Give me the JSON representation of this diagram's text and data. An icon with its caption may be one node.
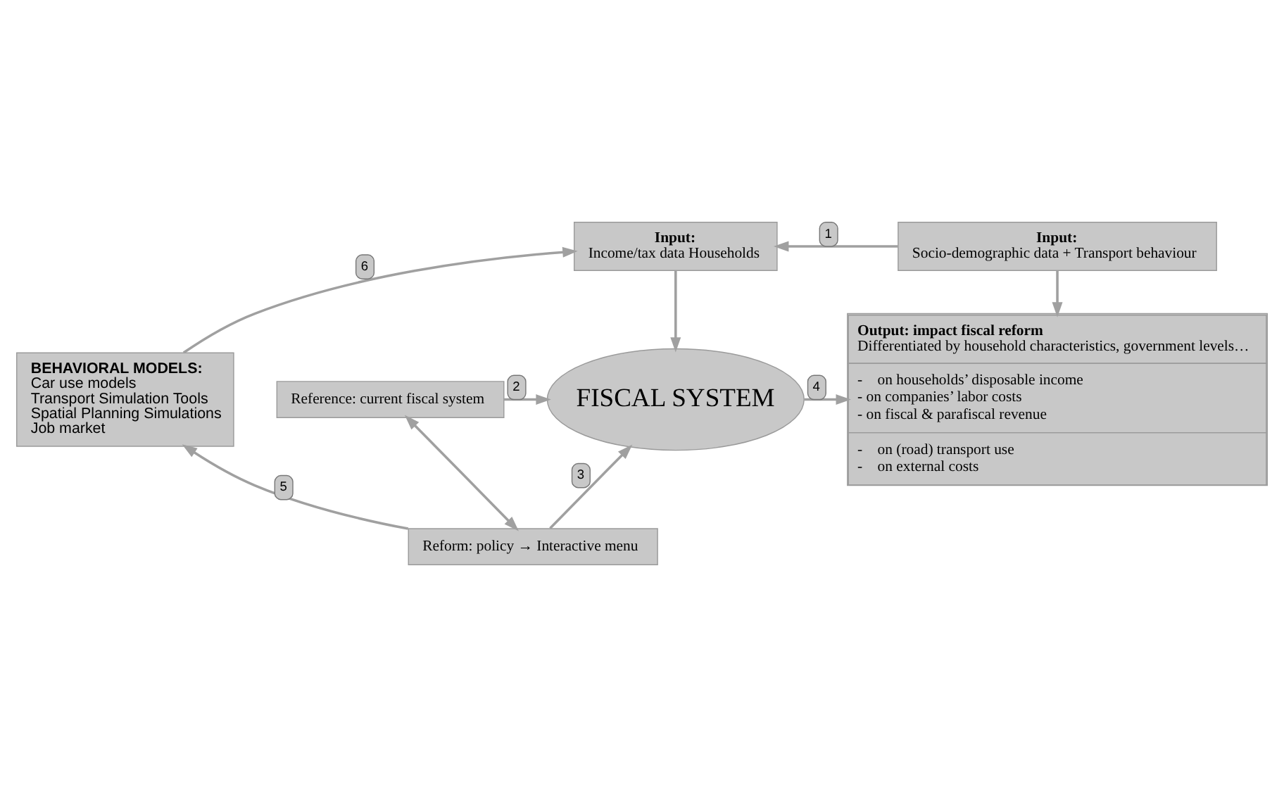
{
  "diagram": {
    "nodes": [
      {
        "text": [
          "Input:",
          "Income/tax data Households"
        ]
      },
      {
        "text": [
          "Input:",
          "Socio-demographic data + Transport behaviour"
        ]
      },
      {
        "text": [
          "Reference: current fiscal system"
        ]
      },
      {
        "text": [
          "FISCAL SYSTEM"
        ]
      },
      {
        "text": [
          "Reform: policy → Interactive menu"
        ]
      },
      {
        "text": [
          "Output: impact fiscal reform",
          "Differentiated by household characteristics, government levels…",
          "-    on households’ disposable income",
          "- on companies’ labor costs",
          "- on fiscal & parafiscal revenue",
          "-    on (road) transport use",
          "-    on external costs"
        ]
      },
      {
        "text": [
          "BEHAVIORAL MODELS:",
          "Car use models",
          "Transport Simulation Tools",
          "Spatial Planning Simulations",
          "Job market"
        ]
      }
    ],
    "edges": [
      {
        "from": 1,
        "to": 0,
        "arrow": "to",
        "label": "1"
      },
      {
        "from": 0,
        "to": 3,
        "arrow": "to"
      },
      {
        "from": 1,
        "to": 5,
        "arrow": "to"
      },
      {
        "from": 2,
        "to": 3,
        "arrow": "to",
        "label": "2"
      },
      {
        "from": 4,
        "to": 3,
        "arrow": "to",
        "label": "3"
      },
      {
        "from": 2,
        "to": 4,
        "arrow": "both"
      },
      {
        "from": 3,
        "to": 5,
        "arrow": "to",
        "label": "4"
      },
      {
        "from": 4,
        "to": 6,
        "arrow": "to",
        "label": "5"
      },
      {
        "from": 6,
        "to": 0,
        "arrow": "to",
        "label": "6"
      }
    ]
  }
}
